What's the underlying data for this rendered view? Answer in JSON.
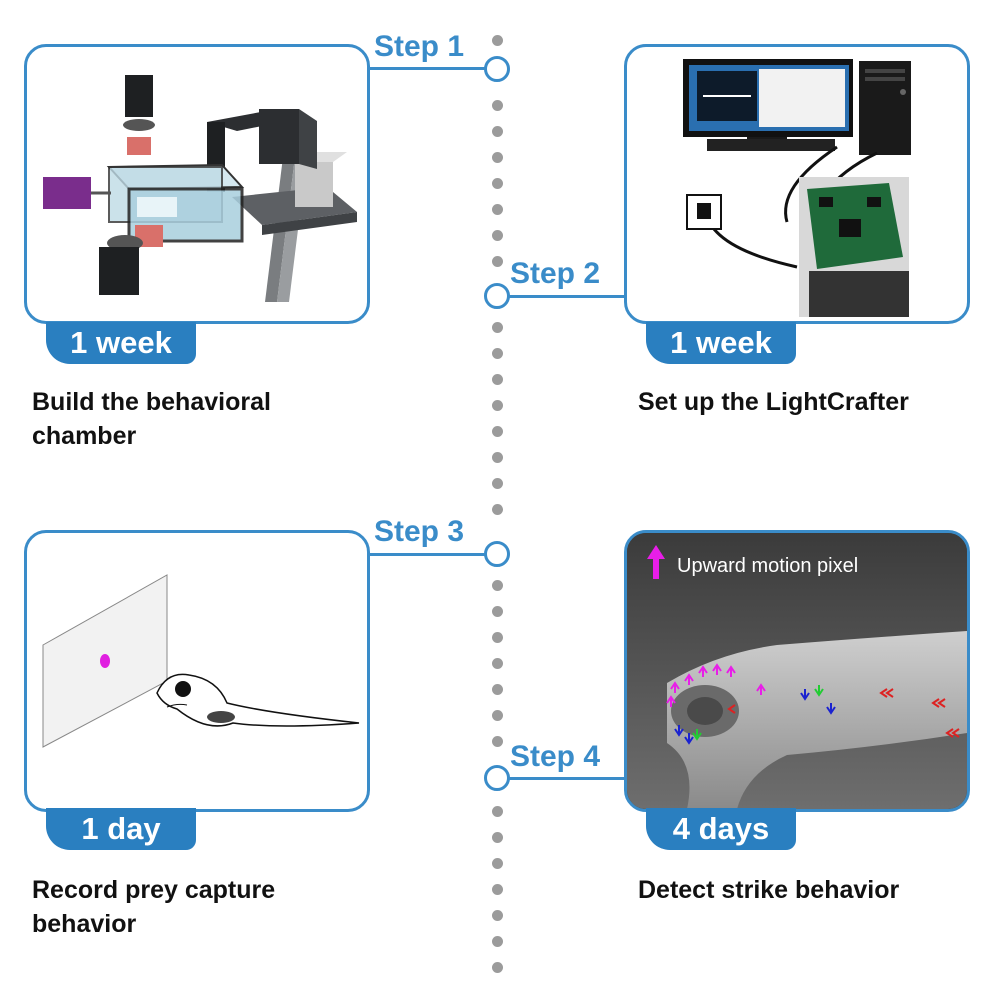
{
  "steps": [
    {
      "label": "Step 1",
      "duration": "1 week",
      "caption": [
        "Build the behavioral",
        "chamber"
      ]
    },
    {
      "label": "Step 2",
      "duration": "1 week",
      "caption": [
        "Set up the LightCrafter"
      ]
    },
    {
      "label": "Step 3",
      "duration": "1 day",
      "caption": [
        "Record prey capture",
        "behavior"
      ]
    },
    {
      "label": "Step 4",
      "duration": "4 days",
      "caption": [
        "Detect strike behavior"
      ]
    }
  ],
  "step4_image": {
    "legend": "Upward motion pixel",
    "legend_arrow_color": "#e81ee8"
  },
  "colors": {
    "accent": "#3a8cc9",
    "tab": "#2a7fc0",
    "timeline_dots": "#9b9b9b"
  }
}
